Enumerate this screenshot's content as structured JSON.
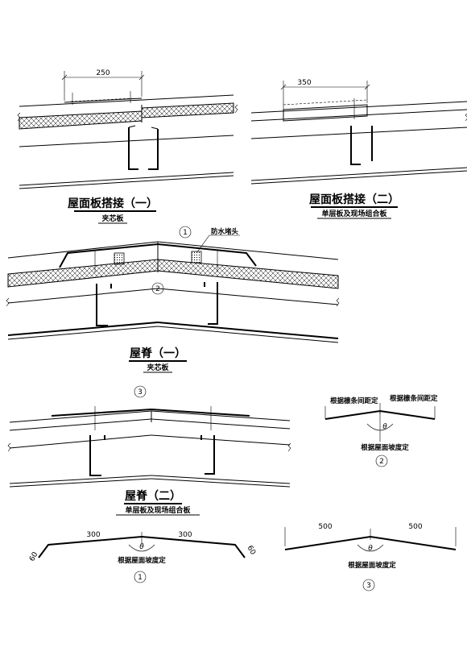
{
  "details": {
    "lap1": {
      "title": "屋面板搭接（一）",
      "subtitle": "夹芯板",
      "dimension": "250"
    },
    "lap2": {
      "title": "屋面板搭接（二）",
      "subtitle": "单层板及现场组合板",
      "dimension": "350"
    },
    "ridge1": {
      "title": "屋脊（一）",
      "subtitle": "夹芯板",
      "callout_1": "1",
      "callout_2": "2",
      "waterproof_label": "防水堵头"
    },
    "ridge2": {
      "title": "屋脊（二）",
      "subtitle": "单层板及现场组合板",
      "callout_3": "3"
    },
    "flashing1": {
      "dim_left": "300",
      "dim_right": "300",
      "edge_left": "60",
      "edge_right": "60",
      "theta": "θ",
      "note": "根据屋面坡度定",
      "number": "1"
    },
    "flashing2": {
      "note_left": "根据檩条间距定",
      "note_right": "根据檩条间距定",
      "theta": "θ",
      "note_bottom": "根据屋面坡度定",
      "number": "2"
    },
    "flashing3": {
      "dim_left": "500",
      "dim_right": "500",
      "theta": "θ",
      "note": "根据屋面坡度定",
      "number": "3"
    }
  }
}
